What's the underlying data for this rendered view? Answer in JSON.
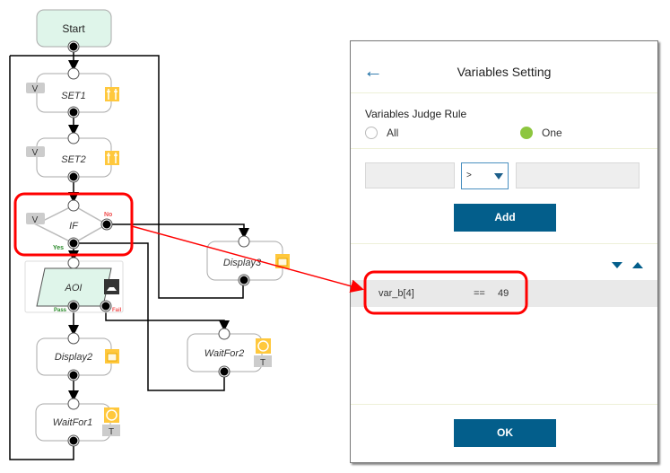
{
  "flow": {
    "start": "Start",
    "nodes": {
      "set1": "SET1",
      "set2": "SET2",
      "if": "IF",
      "aoi": "AOI",
      "display2": "Display2",
      "display3": "Display3",
      "waitfor1": "WaitFor1",
      "waitfor2": "WaitFor2"
    },
    "badges": {
      "variable": "V",
      "timer": "T"
    },
    "branch_labels": {
      "no": "No",
      "yes": "Yes",
      "pass": "Pass",
      "fail": "Fail"
    },
    "colors": {
      "start_fill": "#dff5ea",
      "highlight": "#ff0000",
      "icon": "#ffc83d"
    }
  },
  "panel": {
    "title": "Variables Setting",
    "back_icon": "arrow-left-icon",
    "judge_rule_label": "Variables Judge Rule",
    "options": [
      {
        "label": "All",
        "selected": false
      },
      {
        "label": "One",
        "selected": true
      }
    ],
    "left_value": "",
    "operator": ">",
    "right_value": "",
    "add_label": "Add",
    "conditions": [
      {
        "variable": "var_b[4]",
        "operator": "==",
        "value": "49"
      }
    ],
    "ok_label": "OK",
    "accent": "#035e8b"
  }
}
